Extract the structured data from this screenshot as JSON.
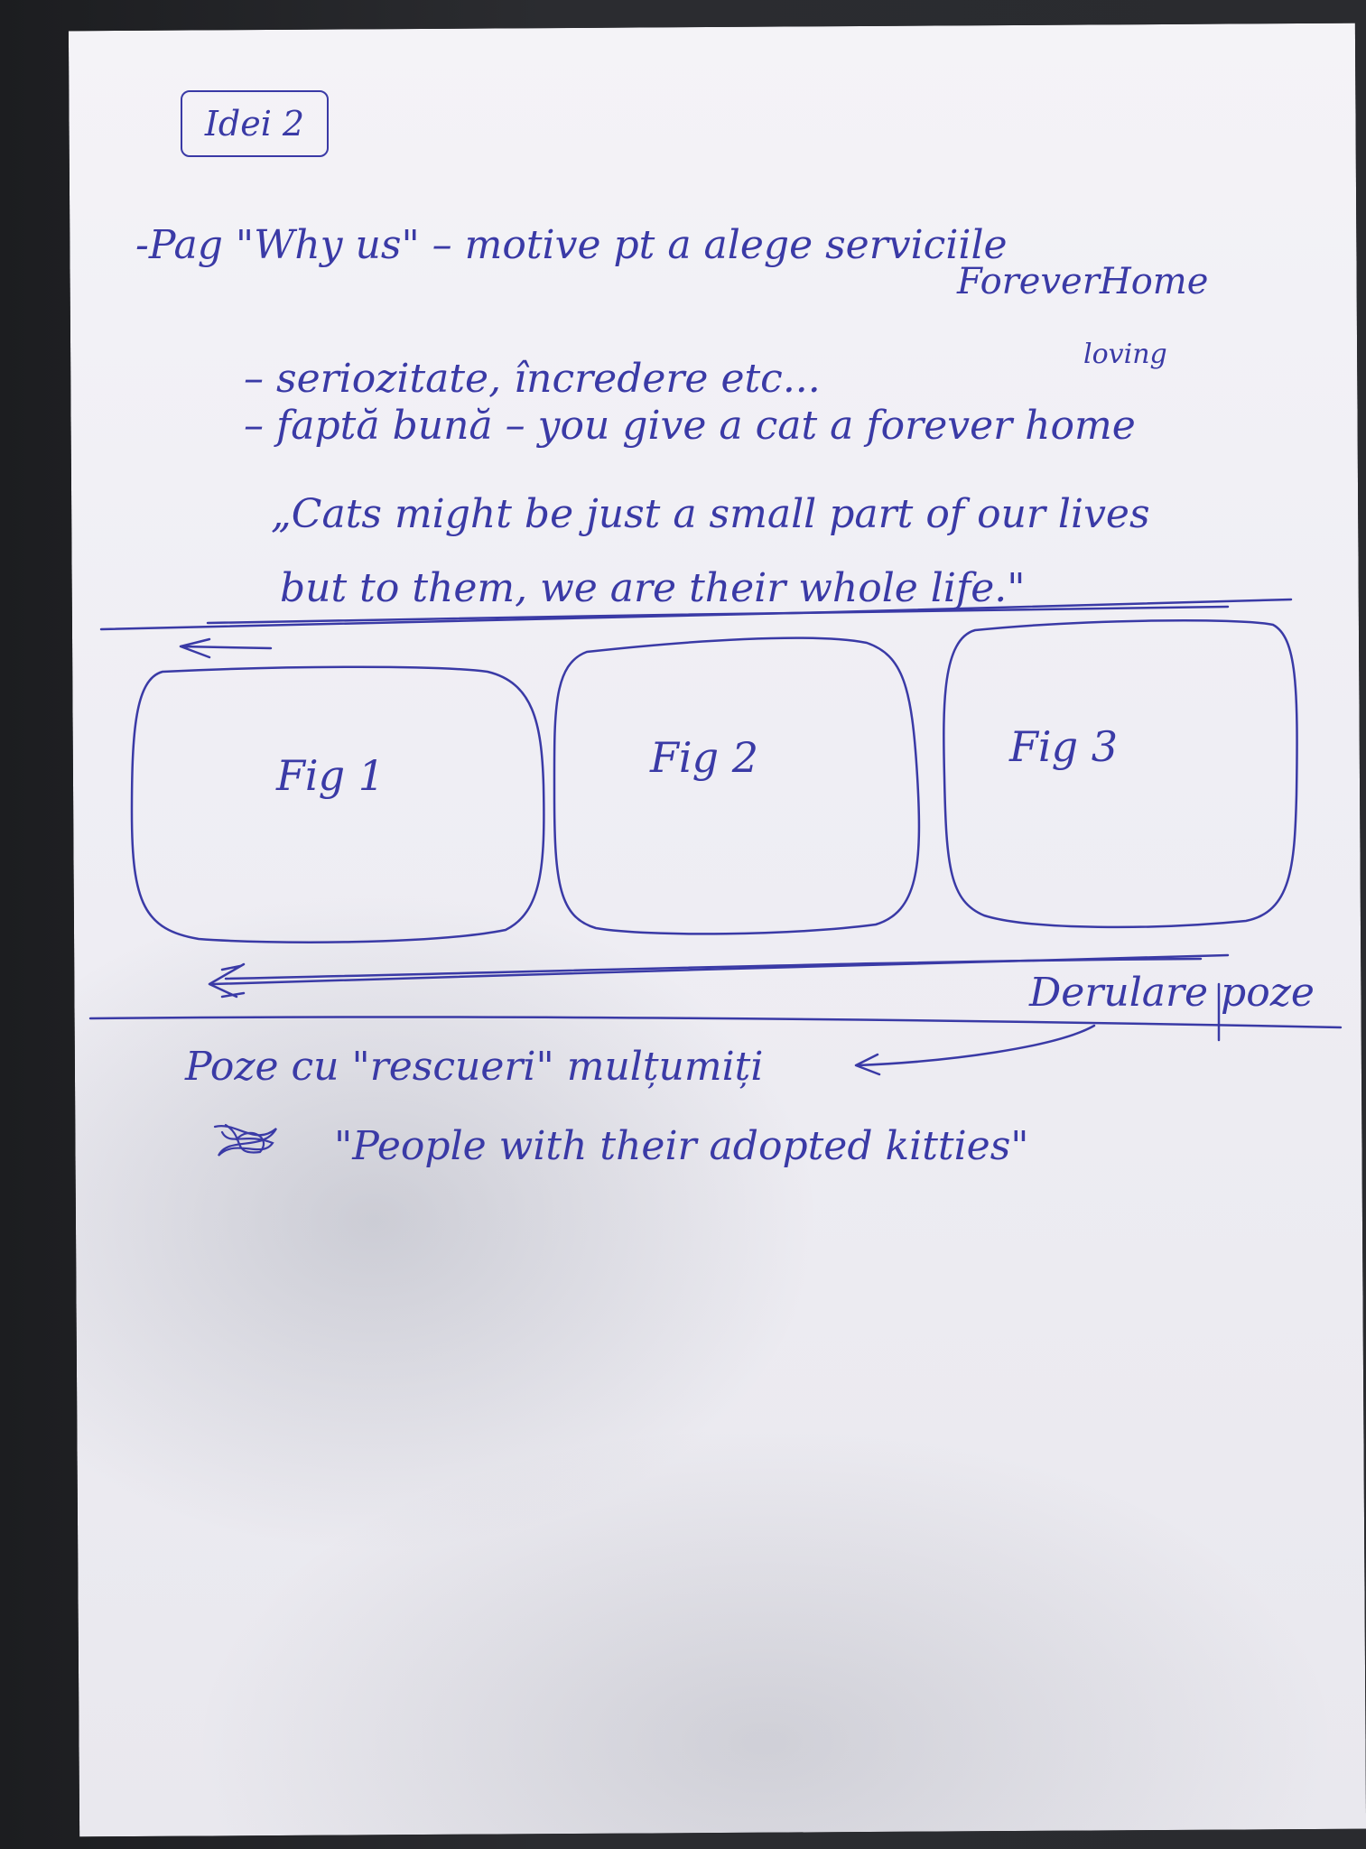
{
  "note": {
    "title": "Idei 2",
    "line1": "-Pag \"Why us\" – motive pt a alege serviciile",
    "line1b": "ForeverHome",
    "insert": "loving",
    "bullet1": "– seriozitate, încredere etc...",
    "bullet2": "– faptă bună – you give a cat a forever home",
    "quote1": "„Cats might be just a small part of our lives",
    "quote2": "but to them, we are their whole life.\"",
    "figures": [
      "Fig 1",
      "Fig 2",
      "Fig 3"
    ],
    "scroll_label": "Derulare poze",
    "bottom1": "Poze cu \"rescueri\" mulțumiți",
    "bottom2": "\"People with their adopted kitties\""
  },
  "colors": {
    "ink": "#3a3aa6",
    "paper": "#f1f0f5",
    "background": "#232428"
  }
}
